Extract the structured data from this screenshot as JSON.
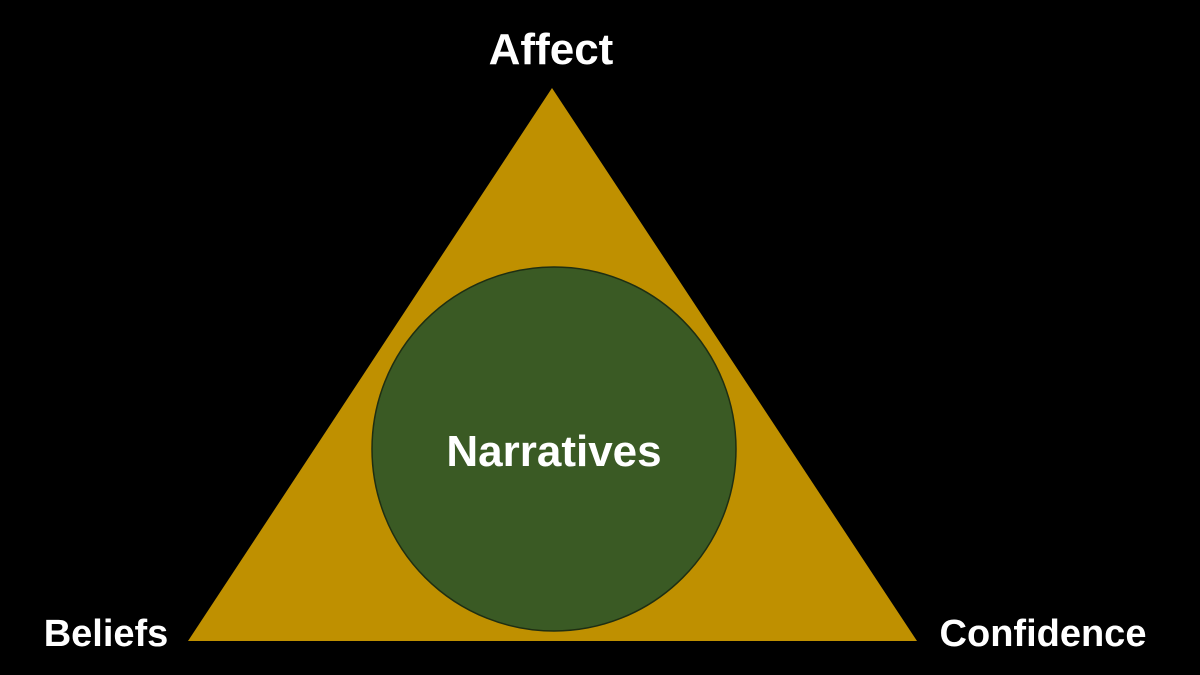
{
  "diagram": {
    "vertices": {
      "top": "Affect",
      "bottom_left": "Beliefs",
      "bottom_right": "Confidence"
    },
    "center": "Narratives"
  },
  "colors": {
    "background": "#000000",
    "triangle_fill": "#BF9000",
    "circle_fill": "#3A5A24",
    "circle_stroke": "#1E2E12",
    "text": "#FFFFFF"
  }
}
